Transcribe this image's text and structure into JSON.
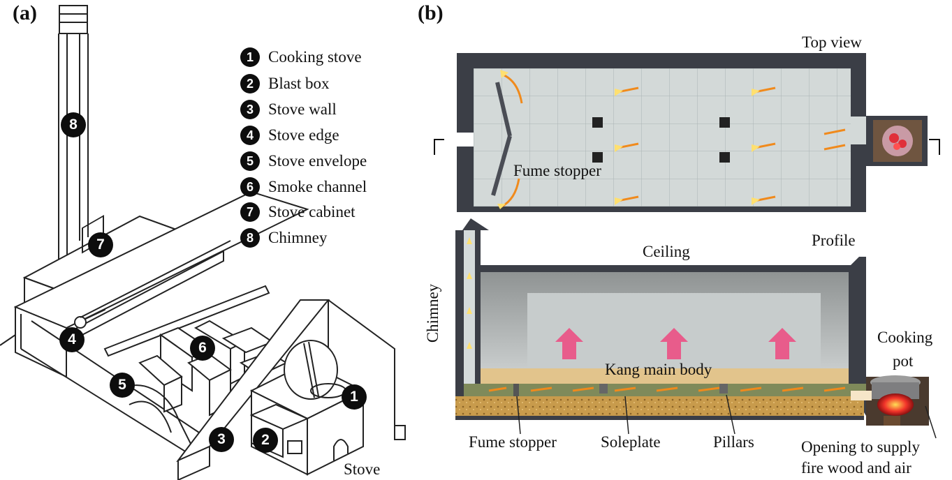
{
  "panel_a": {
    "label": "(a)",
    "legend": [
      {
        "num": "1",
        "text": "Cooking stove"
      },
      {
        "num": "2",
        "text": "Blast box"
      },
      {
        "num": "3",
        "text": "Stove wall"
      },
      {
        "num": "4",
        "text": "Stove edge"
      },
      {
        "num": "5",
        "text": "Stove envelope"
      },
      {
        "num": "6",
        "text": "Smoke channel"
      },
      {
        "num": "7",
        "text": "Stove cabinet"
      },
      {
        "num": "8",
        "text": "Chimney"
      }
    ],
    "markers": {
      "m1": "1",
      "m2": "2",
      "m3": "3",
      "m4": "4",
      "m5": "5",
      "m6": "6",
      "m7": "7",
      "m8": "8"
    },
    "stove_caption": "Stove"
  },
  "panel_b": {
    "label": "(b)",
    "top_view": "Top view",
    "fume_stopper_top": "Fume stopper",
    "profile": "Profile",
    "ceiling": "Ceiling",
    "chimney": "Chimney",
    "kang_main_body": "Kang main body",
    "cooking_pot_line1": "Cooking",
    "cooking_pot_line2": "pot",
    "fume_stopper_bottom": "Fume stopper",
    "soleplate": "Soleplate",
    "pillars": "Pillars",
    "opening_line1": "Opening to supply",
    "opening_line2": "fire wood and air"
  },
  "colors": {
    "wall": "#3a3d45",
    "tile": "#cfd6d6",
    "grid": "#aab4b4",
    "flame": "#f08a1c",
    "heat": "#f0407a",
    "board": "#e2c48c",
    "soil": "#c79a4a"
  }
}
